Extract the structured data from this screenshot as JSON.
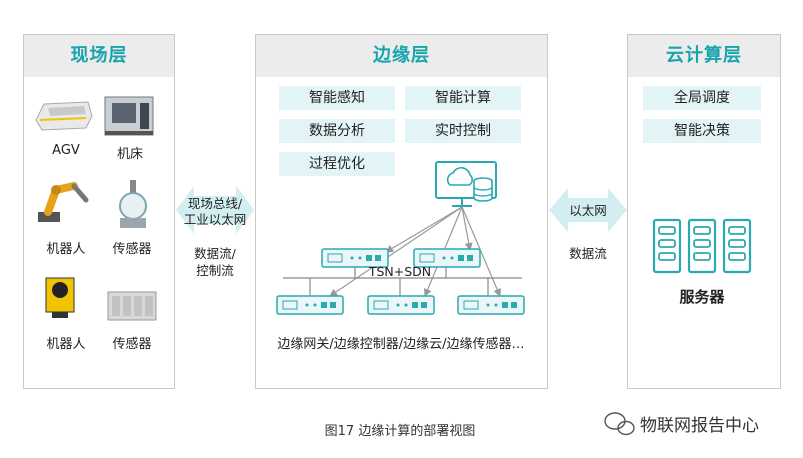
{
  "colors": {
    "accent": "#17a4ad",
    "pill_bg": "#e2f4f6",
    "title_bg": "#ececec",
    "arrow": "#cfecef",
    "device": "#2aa9b0",
    "line": "#888888"
  },
  "field_layer": {
    "title": "现场层",
    "items": [
      {
        "label": "AGV",
        "icon": "agv-vehicle-icon"
      },
      {
        "label": "机床",
        "icon": "machine-tool-icon"
      },
      {
        "label": "机器人",
        "icon": "robot-arm-icon"
      },
      {
        "label": "传感器",
        "icon": "pressure-sensor-icon"
      },
      {
        "label": "机器人",
        "icon": "vision-camera-icon"
      },
      {
        "label": "传感器",
        "icon": "plc-module-icon"
      }
    ]
  },
  "left_link": {
    "line1": "现场总线/",
    "line2": "工业以太网",
    "flow1": "数据流/",
    "flow2": "控制流"
  },
  "edge_layer": {
    "title": "边缘层",
    "functions": [
      "智能感知",
      "智能计算",
      "数据分析",
      "实时控制",
      "过程优化"
    ],
    "network_label": "TSN+SDN",
    "devices_caption": "边缘网关/边缘控制器/边缘云/边缘传感器…"
  },
  "right_link": {
    "label": "以太网",
    "flow": "数据流"
  },
  "cloud_layer": {
    "title": "云计算层",
    "functions": [
      "全局调度",
      "智能决策"
    ],
    "server_label": "服务器"
  },
  "figure_caption": "图17  边缘计算的部署视图",
  "watermark": "物联网报告中心"
}
